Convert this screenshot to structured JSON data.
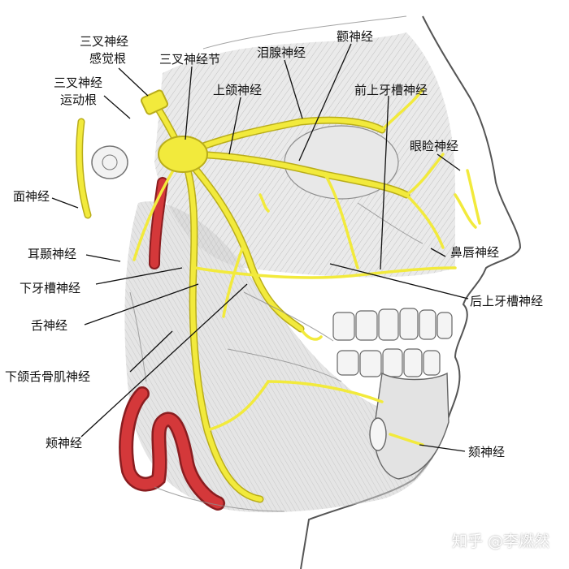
{
  "labels": {
    "trigeminal_sensory_root": [
      "三叉神经",
      "感觉根"
    ],
    "trigeminal_motor_root": [
      "三叉神经",
      "运动根"
    ],
    "trigeminal_ganglion": "三叉神经节",
    "maxillary_nerve": "上颌神经",
    "lacrimal_nerve": "泪腺神经",
    "zygomatic_nerve": "颧神经",
    "anterior_superior_alveolar_nerve": "前上牙槽神经",
    "infraorbital_palpebral_nerve": "眼睑神经",
    "facial_nerve": "面神经",
    "auriculotemporal_nerve": "耳颞神经",
    "inferior_alveolar_nerve": "下牙槽神经",
    "lingual_nerve": "舌神经",
    "mylohyoid_nerve": "下颌舌骨肌神经",
    "buccal_nerve": "颊神经",
    "nasolabial_nerve": "鼻唇神经",
    "posterior_superior_alveolar_nerve": "后上牙槽神经",
    "mental_nerve": "颏神经"
  },
  "watermark": "知乎 @李燃然",
  "colors": {
    "nerve": "#f2ea3c",
    "nerve_edge": "#b9ad1a",
    "artery": "#d4383a",
    "artery_edge": "#8a1d20",
    "background": "#ffffff",
    "sketch": "#8d8d8d",
    "label_text": "#111111"
  }
}
